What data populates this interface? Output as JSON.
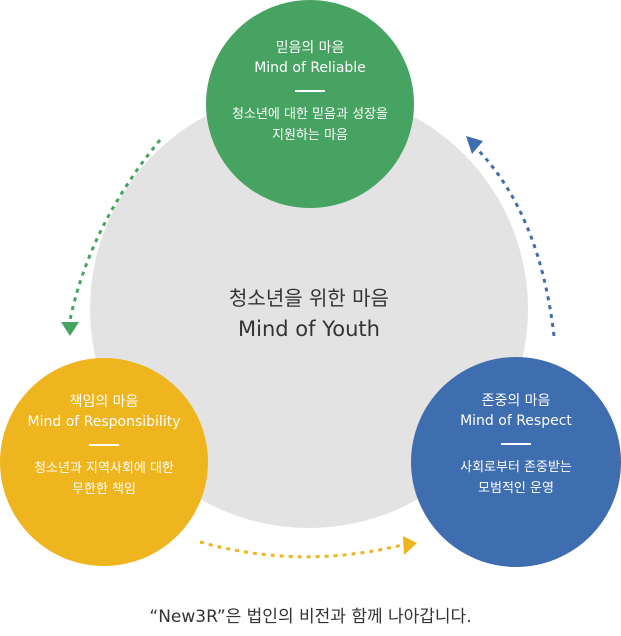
{
  "center": {
    "title": "청소년을 위한 마음",
    "subtitle": "Mind of Youth",
    "color": "#e3e3e3"
  },
  "nodes": {
    "top": {
      "title": "믿음의 마음",
      "subtitle": "Mind of Reliable",
      "desc_line1": "청소년에 대한 믿음과 성장을",
      "desc_line2": "지원하는 마음",
      "color": "#47a361"
    },
    "left": {
      "title": "책임의 마음",
      "subtitle": "Mind of Responsibility",
      "desc_line1": "청소년과 지역사회에 대한",
      "desc_line2": "무한한 책임",
      "color": "#efb51f"
    },
    "right": {
      "title": "존중의 마음",
      "subtitle": "Mind of Respect",
      "desc_line1": "사회로부터 존중받는",
      "desc_line2": "모범적인 운영",
      "color": "#3e6db0"
    }
  },
  "arrows": {
    "left_color": "#47a361",
    "bottom_color": "#efb51f",
    "right_color": "#3e6db0"
  },
  "footer": {
    "text": "“New3R”은 법인의 비전과 함께 나아갑니다."
  }
}
